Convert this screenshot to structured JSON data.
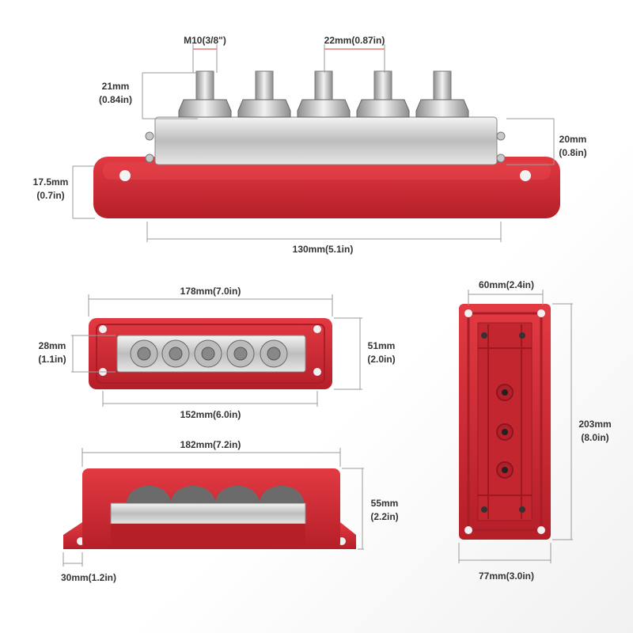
{
  "colors": {
    "housing": "#d0252f",
    "housing_dark": "#a81d26",
    "steel": "#c8c8c8",
    "background": "#ffffff"
  },
  "top_view": {
    "stud_size": "M10(3/8\")",
    "stud_spacing": "22mm(0.87in)",
    "stud_height_mm": "21mm",
    "stud_height_in": "(0.84in)",
    "bar_height_mm": "20mm",
    "bar_height_in": "(0.8in)",
    "base_height_mm": "17.5mm",
    "base_height_in": "(0.7in)",
    "base_length": "130mm(5.1in)"
  },
  "front_view": {
    "overall_length": "178mm(7.0in)",
    "bar_width_mm": "28mm",
    "bar_width_in": "(1.1in)",
    "overall_width_mm": "51mm",
    "overall_width_in": "(2.0in)",
    "hole_spacing": "152mm(6.0in)"
  },
  "cover_view": {
    "cover_length": "182mm(7.2in)",
    "cover_height_mm": "55mm",
    "cover_height_in": "(2.2in)",
    "flange_width": "30mm(1.2in)"
  },
  "bottom_view": {
    "width_top": "60mm(2.4in)",
    "length_mm": "203mm",
    "length_in": "(8.0in)",
    "width_bottom": "77mm(3.0in)"
  }
}
